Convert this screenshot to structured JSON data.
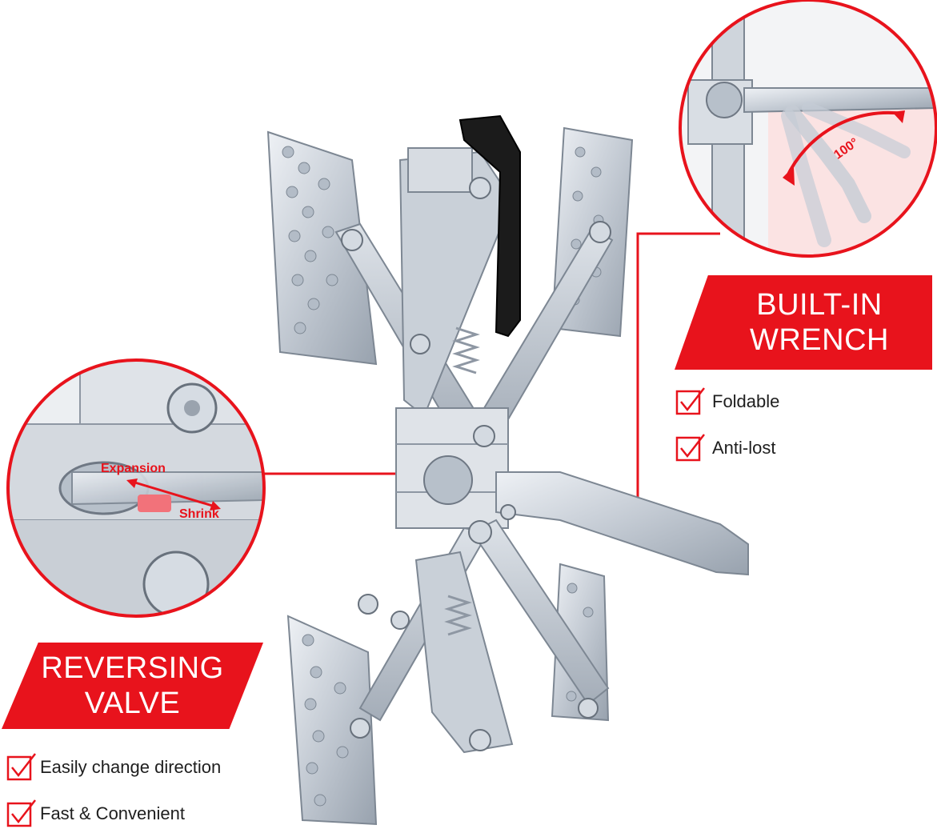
{
  "colors": {
    "accent": "#e8131c",
    "metal": "#c8ced6",
    "metal_dark": "#8e97a3",
    "handle": "#1b1b1b"
  },
  "built_in_wrench": {
    "title_line1": "BUILT-IN",
    "title_line2": "WRENCH",
    "features": [
      "Foldable",
      "Anti-lost"
    ],
    "angle_label": "100°"
  },
  "reversing_valve": {
    "title_line1": "REVERSING",
    "title_line2": "VALVE",
    "features": [
      "Easily change direction",
      "Fast & Convenient"
    ],
    "expansion_label": "Expansion",
    "shrink_label": "Shrink"
  },
  "icons": {
    "feature_check": "checkbox-check-icon"
  }
}
